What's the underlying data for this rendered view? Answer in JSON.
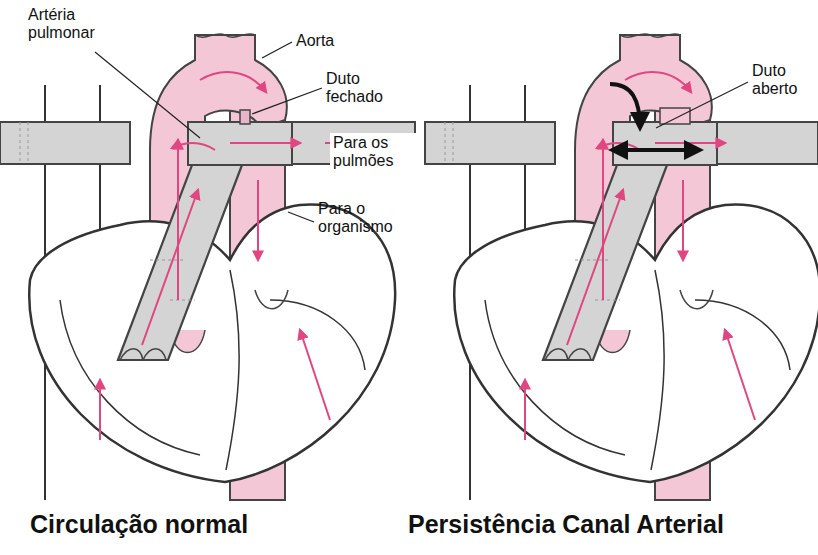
{
  "diagram": {
    "labels": [
      "Artéria pulmonar",
      "Aorta",
      "Duto fechado",
      "Para os pulmões",
      "Para o organismo",
      "Circulação normal",
      "Duto aberto",
      "Persistência Canal Arterial"
    ]
  }
}
